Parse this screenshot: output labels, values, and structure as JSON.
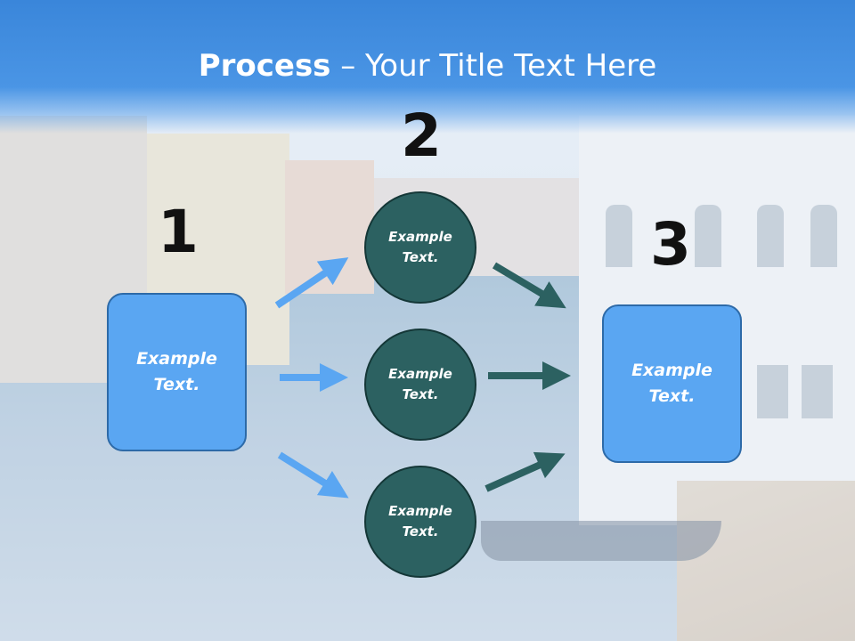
{
  "header": {
    "title_bold": "Process",
    "title_rest": " – Your Title Text Here"
  },
  "steps": {
    "one": "1",
    "two": "2",
    "three": "3"
  },
  "left_box": {
    "text": "Example\nText."
  },
  "right_box": {
    "text": "Example\nText."
  },
  "circles": [
    {
      "text": "Example\nText."
    },
    {
      "text": "Example\nText."
    },
    {
      "text": "Example\nText."
    }
  ],
  "colors": {
    "header": "#3a86da",
    "box_fill": "#5aa6f2",
    "box_border": "#2d6aa8",
    "circle_fill": "#2c6161",
    "arrow_light": "#5aa6f2",
    "arrow_dark": "#2c6161"
  }
}
